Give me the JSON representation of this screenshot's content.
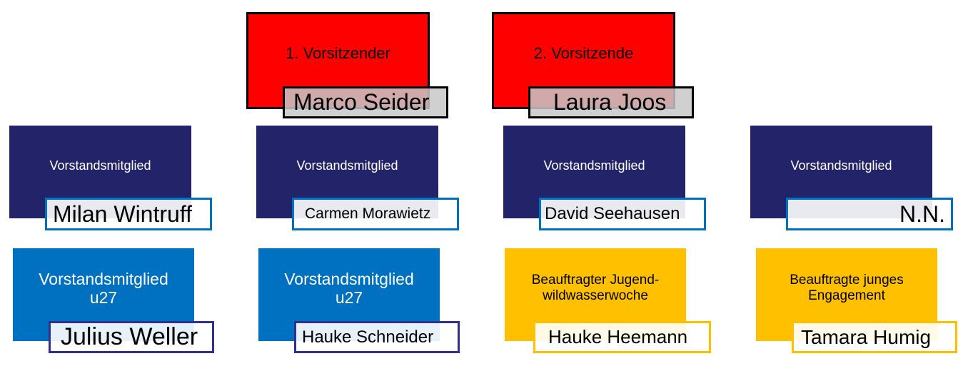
{
  "colors": {
    "red": "#ff0000",
    "navy": "#232369",
    "blue": "#0070c0",
    "yellow": "#ffc000"
  },
  "chair": [
    {
      "role": "1. Vorsitzender",
      "name": "Marco Seider"
    },
    {
      "role": "2. Vorsitzende",
      "name": "Laura Joos"
    }
  ],
  "board": [
    {
      "role": "Vorstandsmitglied",
      "name": "Milan Wintruff"
    },
    {
      "role": "Vorstandsmitglied",
      "name": "Carmen Morawietz"
    },
    {
      "role": "Vorstandsmitglied",
      "name": "David Seehausen"
    },
    {
      "role": "Vorstandsmitglied",
      "name": "N.N."
    }
  ],
  "youth": [
    {
      "role_line1": "Vorstandsmitglied",
      "role_line2": "u27",
      "name": "Julius Weller"
    },
    {
      "role_line1": "Vorstandsmitglied",
      "role_line2": "u27",
      "name": "Hauke Schneider"
    }
  ],
  "delegates": [
    {
      "role_line1": "Beauftragter Jugend-",
      "role_line2": "wildwasserwoche",
      "name": "Hauke Heemann"
    },
    {
      "role_line1": "Beauftragte junges",
      "role_line2": "Engagement",
      "name": "Tamara Humig"
    }
  ]
}
